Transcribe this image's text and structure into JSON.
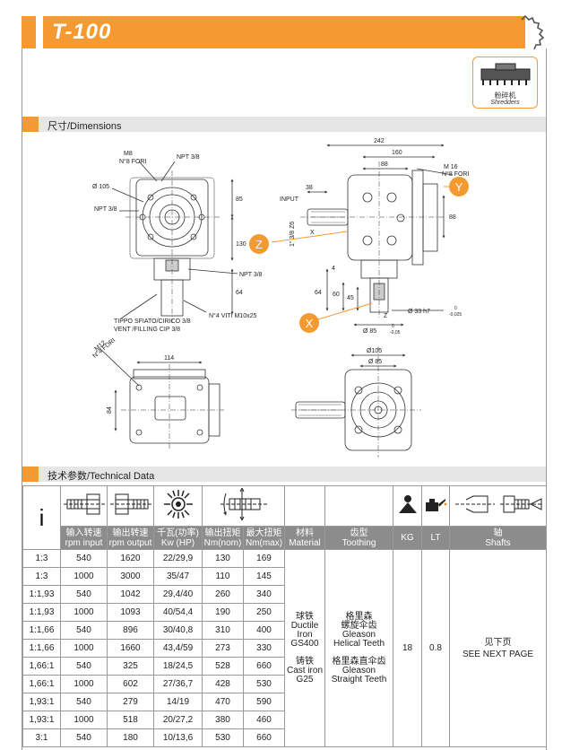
{
  "header": {
    "title": "T-100",
    "accent_color": "#f59a32"
  },
  "badge": {
    "icon": "shredder-icon",
    "cn": "粉碎机",
    "en": "Shredders"
  },
  "sections": {
    "dimensions": "尺寸/Dimensions",
    "technical": "技术参数/Technical Data"
  },
  "drawing": {
    "top_left": {
      "m8": "M8",
      "n8_fori": "N°8 FORI",
      "npt_top": "NPT 3/8",
      "dia105": "Ø 105",
      "npt_left": "NPT 3/8",
      "d85": "85",
      "d130": "130",
      "d64": "64",
      "npt_right": "NPT 3/8",
      "vent1": "TIPPO SFIATO/CIRICO 3/8",
      "vent2": "VENT /FILLING CIP 3/8",
      "viti": "N°4 VITI M10x25"
    },
    "top_right": {
      "d242": "242",
      "d160": "160",
      "d88": "88",
      "m16": "M 16",
      "n8_fori": "N°8 FORI",
      "input": "INPUT",
      "d38": "38",
      "x": "X",
      "shaft": "1\" 3/8 Z6",
      "d88v": "88",
      "d4": "4",
      "d64": "64",
      "d60": "60",
      "d45": "45",
      "z": "Z",
      "dia85": "Ø 85",
      "tol85a": "0",
      "tol85b": "-0,05",
      "dia33": "Ø 33 h7",
      "tol33a": "0",
      "tol33b": "-0,025",
      "circle_x": "X",
      "circle_y": "Y",
      "circle_z": "Z"
    },
    "bottom_left": {
      "m12": "M12",
      "n4_fori": "N°4 FORI",
      "d114": "114",
      "d84": "84"
    },
    "bottom_right": {
      "dia105": "Ø105",
      "dia85": "Ø 85"
    }
  },
  "table": {
    "icons": [
      "ratio-i",
      "input-shaft-icon",
      "output-shaft-icon",
      "power-sun-icon",
      "torque-icon",
      "",
      "",
      "weight-icon",
      "oil-can-icon",
      "shafts-icon"
    ],
    "i_label": "i",
    "headers": {
      "rpm_in": [
        "输入转速",
        "rpm input"
      ],
      "rpm_out": [
        "输出转速",
        "rpm output"
      ],
      "kw": [
        "千瓦(功率)",
        "Kw (HP)"
      ],
      "nm": [
        "输出扭矩",
        "Nm(nom)"
      ],
      "nmmax": [
        "最大扭矩",
        "Nm(max)"
      ],
      "material": [
        "材料",
        "Material"
      ],
      "toothing": [
        "齿型",
        "Toothing"
      ],
      "kg": "KG",
      "lt": "LT",
      "shafts": [
        "轴",
        "Shafts"
      ]
    },
    "rows": [
      {
        "i": "1:3",
        "rpm_in": "540",
        "rpm_out": "1620",
        "kw": "22/29,9",
        "nm": "130",
        "nmmax": "169"
      },
      {
        "i": "1:3",
        "rpm_in": "1000",
        "rpm_out": "3000",
        "kw": "35/47",
        "nm": "110",
        "nmmax": "145"
      },
      {
        "i": "1:1,93",
        "rpm_in": "540",
        "rpm_out": "1042",
        "kw": "29,4/40",
        "nm": "260",
        "nmmax": "340"
      },
      {
        "i": "1:1,93",
        "rpm_in": "1000",
        "rpm_out": "1093",
        "kw": "40/54,4",
        "nm": "190",
        "nmmax": "250"
      },
      {
        "i": "1:1,66",
        "rpm_in": "540",
        "rpm_out": "896",
        "kw": "30/40,8",
        "nm": "310",
        "nmmax": "400"
      },
      {
        "i": "1:1,66",
        "rpm_in": "1000",
        "rpm_out": "1660",
        "kw": "43,4/59",
        "nm": "273",
        "nmmax": "330"
      },
      {
        "i": "1,66:1",
        "rpm_in": "540",
        "rpm_out": "325",
        "kw": "18/24,5",
        "nm": "528",
        "nmmax": "660"
      },
      {
        "i": "1,66:1",
        "rpm_in": "1000",
        "rpm_out": "602",
        "kw": "27/36,7",
        "nm": "428",
        "nmmax": "530"
      },
      {
        "i": "1,93:1",
        "rpm_in": "540",
        "rpm_out": "279",
        "kw": "14/19",
        "nm": "470",
        "nmmax": "590"
      },
      {
        "i": "1,93:1",
        "rpm_in": "1000",
        "rpm_out": "518",
        "kw": "20/27,2",
        "nm": "380",
        "nmmax": "460"
      },
      {
        "i": "3:1",
        "rpm_in": "540",
        "rpm_out": "180",
        "kw": "10/13,6",
        "nm": "530",
        "nmmax": "660"
      }
    ],
    "material": {
      "a_cn": "球铁",
      "a_en1": "Ductile Iron",
      "a_en2": "GS400",
      "b_cn": "铸铁",
      "b_en1": "Cast iron",
      "b_en2": "G25"
    },
    "toothing": {
      "a_cn1": "格里森",
      "a_cn2": "螺旋伞齿",
      "a_en1": "Gleason",
      "a_en2": "Helical Teeth",
      "b_cn": "格里森直伞齿",
      "b_en1": "Gleason",
      "b_en2": "Straight Teeth"
    },
    "kg": "18",
    "lt": "0.8",
    "shafts_note": {
      "cn": "见下页",
      "en": "SEE NEXT PAGE"
    }
  }
}
